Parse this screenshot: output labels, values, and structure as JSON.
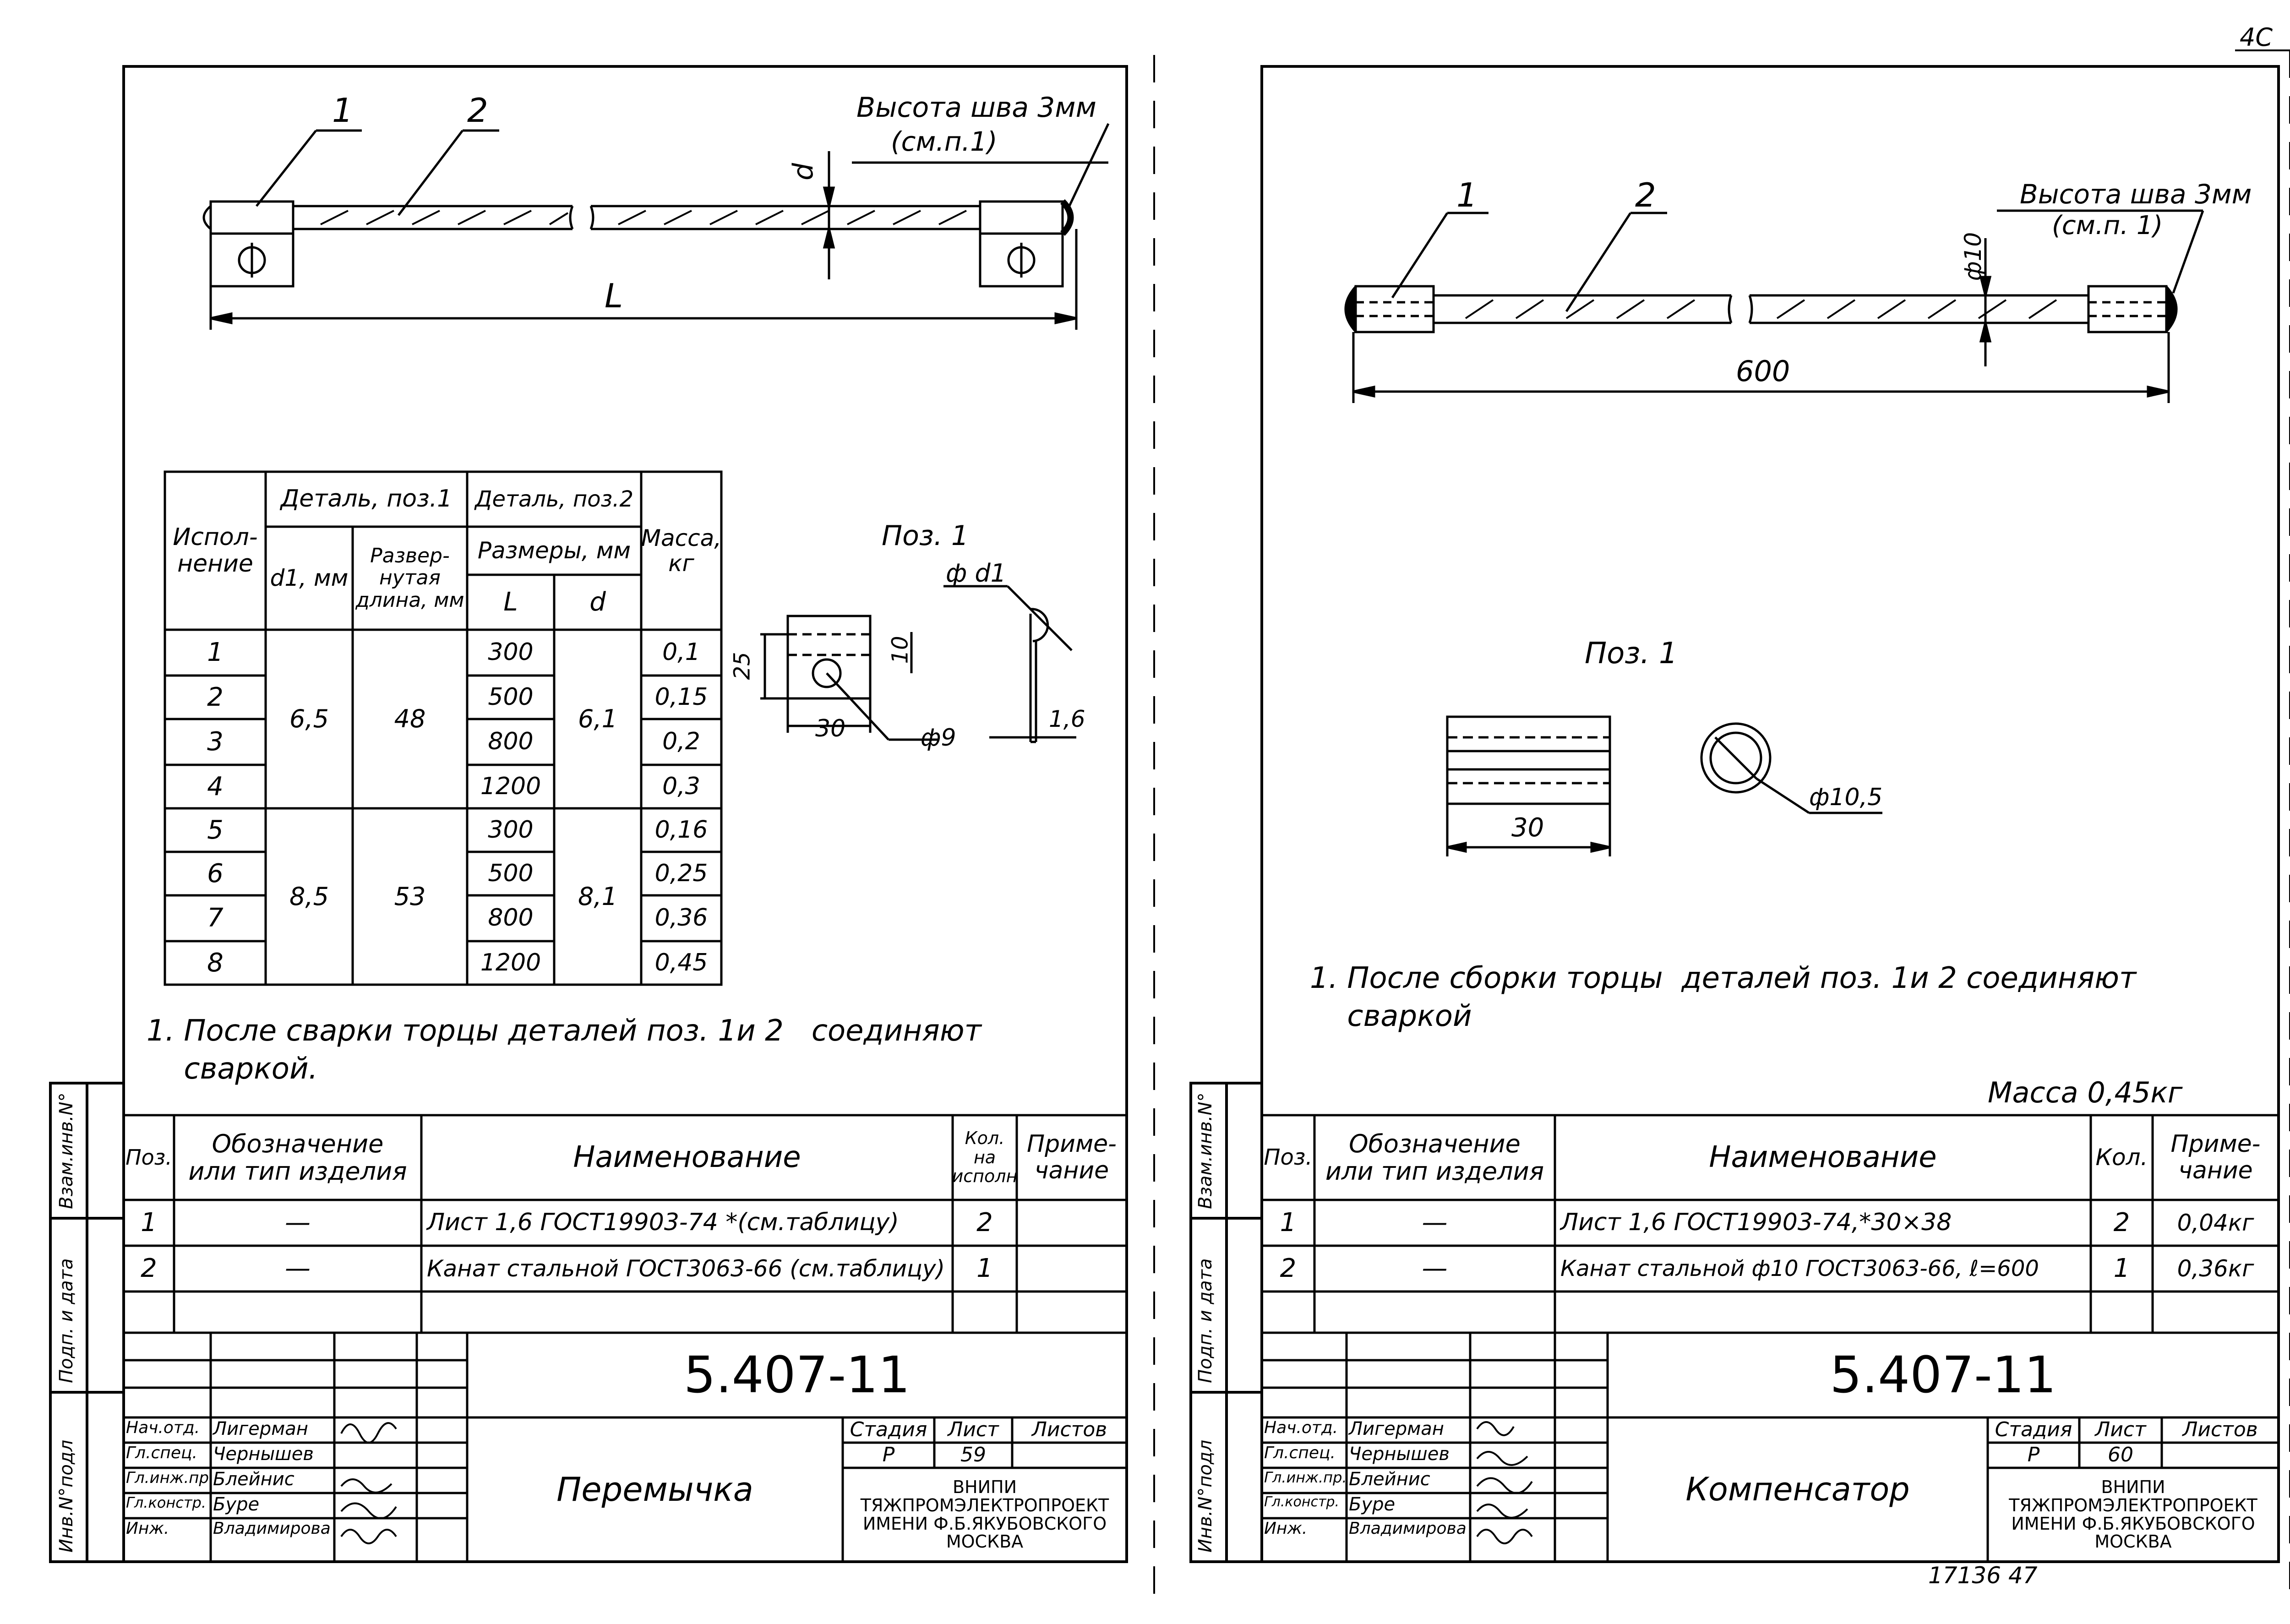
{
  "corner_mark": "4C",
  "footer_number": "17136   47",
  "left": {
    "drawing": {
      "callout_1": "1",
      "callout_2": "2",
      "weld_note": "Высота шва 3мм",
      "weld_note_ref": "(см.п.1)",
      "dim_L": "L",
      "dim_d": "d"
    },
    "table": {
      "h_variant": "Испол-\nнение",
      "h_part1": "Деталь, поз.1",
      "h_part2": "Деталь, поз.2",
      "h_mass": "Масса,\nкг",
      "h_d1": "d1, мм",
      "h_length": "Развер-\nнутая\nдлина, мм",
      "h_sizes": "Размеры, мм",
      "h_L": "L",
      "h_d": "d",
      "rows": [
        {
          "n": "1",
          "L": "300",
          "m": "0,1"
        },
        {
          "n": "2",
          "L": "500",
          "m": "0,15"
        },
        {
          "n": "3",
          "L": "800",
          "m": "0,2"
        },
        {
          "n": "4",
          "L": "1200",
          "m": "0,3"
        },
        {
          "n": "5",
          "L": "300",
          "m": "0,16"
        },
        {
          "n": "6",
          "L": "500",
          "m": "0,25"
        },
        {
          "n": "7",
          "L": "800",
          "m": "0,36"
        },
        {
          "n": "8",
          "L": "1200",
          "m": "0,45"
        }
      ],
      "group1": {
        "d1": "6,5",
        "len": "48",
        "d": "6,1"
      },
      "group2": {
        "d1": "8,5",
        "len": "53",
        "d": "8,1"
      }
    },
    "pos1": {
      "title": "Поз. 1",
      "dim_d1": "ф d1",
      "dim_25": "25",
      "dim_10": "10",
      "dim_30": "30",
      "dim_9": "ф9",
      "dim_16": "1,6"
    },
    "note": "1. После сварки торцы деталей поз. 1и 2   соединяют\n    сваркой.",
    "spec": {
      "h_pos": "Поз.",
      "h_designation": "Обозначение\nили тип изделия",
      "h_name": "Наименование",
      "h_qty": "Кол.\nна\nисполн",
      "h_note": "Приме-\nчание",
      "rows": [
        {
          "pos": "1",
          "designation": "—",
          "name": "Лист 1,6  ГОСТ19903-74 *(см.таблицу)",
          "qty": "2",
          "note": ""
        },
        {
          "pos": "2",
          "designation": "—",
          "name": "Канат стальной ГОСТ3063-66 (см.таблицу)",
          "qty": "1",
          "note": ""
        }
      ]
    },
    "title_block": {
      "doc_number": "5.407-11",
      "title": "Перемычка",
      "stage_label": "Стадия",
      "sheet_label": "Лист",
      "sheets_label": "Листов",
      "stage": "Р",
      "sheet": "59",
      "sheets": "",
      "org": "ВНИПИ\nТЯЖПРОМЭЛЕКТРОПРОЕКТ\nИМЕНИ Ф.Б.ЯКУБОВСКОГО\nМОСКВА",
      "people": [
        {
          "role": "Нач.отд.",
          "name": "Лигерман"
        },
        {
          "role": "Гл.спец.",
          "name": "Чернышев"
        },
        {
          "role": "Гл.инж.пр.",
          "name": "Блейнис"
        },
        {
          "role": "Гл.констр.",
          "name": "Буре"
        },
        {
          "role": "Инж.",
          "name": "Владимирова"
        }
      ]
    },
    "side_labels": [
      "Взам.инв.N°",
      "Подп. и дата",
      "Инв.N°подл"
    ]
  },
  "right": {
    "drawing": {
      "callout_1": "1",
      "callout_2": "2",
      "weld_note": "Высота шва 3мм",
      "weld_note_ref": "(см.п. 1)",
      "dim_600": "600",
      "dim_d10": "ф10"
    },
    "pos1": {
      "title": "Поз. 1",
      "dim_30": "30",
      "dim_105": "ф10,5"
    },
    "note": "1. После сборки торцы  деталей поз. 1и 2 соединяют\n    сваркой",
    "mass": "Масса 0,45кг",
    "spec": {
      "h_pos": "Поз.",
      "h_designation": "Обозначение\nили тип изделия",
      "h_name": "Наименование",
      "h_qty": "Кол.",
      "h_note": "Приме-\nчание",
      "rows": [
        {
          "pos": "1",
          "designation": "—",
          "name": "Лист 1,6  ГОСТ19903-74,*30×38",
          "qty": "2",
          "note": "0,04кг"
        },
        {
          "pos": "2",
          "designation": "—",
          "name": "Канат стальной ф10 ГОСТ3063-66, ℓ=600",
          "qty": "1",
          "note": "0,36кг"
        }
      ]
    },
    "title_block": {
      "doc_number": "5.407-11",
      "title": "Компенсатор",
      "stage_label": "Стадия",
      "sheet_label": "Лист",
      "sheets_label": "Листов",
      "stage": "Р",
      "sheet": "60",
      "sheets": "",
      "org": "ВНИПИ\nТЯЖПРОМЭЛЕКТРОПРОЕКТ\nИМЕНИ Ф.Б.ЯКУБОВСКОГО\nМОСКВА",
      "people": [
        {
          "role": "Нач.отд.",
          "name": "Лигерман"
        },
        {
          "role": "Гл.спец.",
          "name": "Чернышев"
        },
        {
          "role": "Гл.инж.пр.",
          "name": "Блейнис"
        },
        {
          "role": "Гл.констр.",
          "name": "Буре"
        },
        {
          "role": "Инж.",
          "name": "Владимирова"
        }
      ]
    },
    "side_labels": [
      "Взам.инв.N°",
      "Подп. и дата",
      "Инв.N°подл"
    ]
  }
}
